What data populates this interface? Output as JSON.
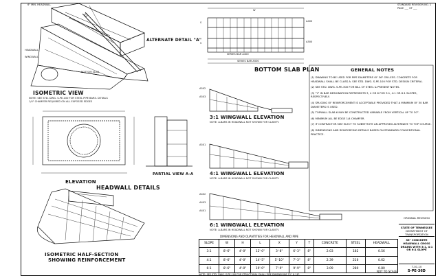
{
  "header": {
    "top_left": "6\" MIN. HEADWALL",
    "top_right_1": "STANDARD REVISION NO. 1",
    "top_right_2": "PAGE ___ OF ___"
  },
  "views": {
    "alt_detail": "ALTERNATE DETAIL \"A\"",
    "isometric": "ISOMETRIC VIEW",
    "bottom_slab": "BOTTOM SLAB PLAN",
    "elevation": "ELEVATION",
    "partial_view": "PARTIAL VIEW A-A",
    "headwall": "HEADWALL DETAILS",
    "wing31": "3:1 WINGWALL ELEVATION",
    "wing41": "4:1 WINGWALL ELEVATION",
    "wing61": "6:1 WINGWALL ELEVATION",
    "iso_half_1": "ISOMETRIC HALF-SECTION",
    "iso_half_2": "SHOWING REINFORCEMENT"
  },
  "callouts": {
    "headwall_lbl": "HEADWALL",
    "wingwall_lbl": "WINGWALL",
    "bottom_slab_lbl": "BOTTOM SLAB",
    "series_bar_a400": "SERIES BAR A400",
    "series_bar_a500": "SERIES BAR A500",
    "dim_w": "W",
    "dim_s1": "S",
    "dim_s2": "S",
    "a400": "A400",
    "a500": "A500",
    "a502": "A502",
    "a503": "A503",
    "a501": "A501",
    "a402": "A402",
    "a403": "A403",
    "a401": "A401"
  },
  "general_notes": {
    "heading": "GENERAL NOTES",
    "items": [
      "(1) DRAWING TO BE USED FOR PIPE DIAMETERS OF 36\" OR LESS. CONCRETE FOR HEADWALL SHALL BE CLASS A. SEE STD. DWG. S-PE-100 FOR STD. DESIGN CRITERIA.",
      "(2) SEE STD. DWG. S-PE-300 FOR BILL OF STEEL & PRESENT NOTES.",
      "(3) \"Y\" IN BAR DESIGNATION REPRESENTS 3, 4 OR 6 FOR 3:1, 4:1 OR 6:1 SLOPES, RESPECTIVELY.",
      "(4) SPLICING OF REINFORCEMENT IS ACCEPTABLE PROVIDED THAT A MINIMUM OF 30 BAR DIAMETERS IS USED.",
      "(5) TOPWALL SLAB 6 MAY BE CONSTRUCTED VARIABLE FROM VERTICAL UP TO 30°.",
      "(6) MINIMUM ALL BE EDGE 1/4 CHAMFER.",
      "(7) IF CONTRACTOR MAY ELECT TO SUBSTITUTE AN APPROVED ALTERNATE TO TOP COURSE.",
      "(8) DIMENSIONS AND REINFORCING DETAILS BASED ON STANDARD CONVENTIONAL PRACTICE."
    ]
  },
  "wing_notes": {
    "w31": "NOTE: A-BARS IN HEADWALL NOT SHOWN FOR CLARITY.",
    "w41": "NOTE: A-BARS IN HEADWALL NOT SHOWN FOR CLARITY.",
    "w61": "NOTE: A-BARS IN HEADWALL NOT SHOWN FOR CLARITY."
  },
  "table": {
    "title": "DIMENSIONS AND QUANTITIES FOR HEADWALL AND PIPE",
    "headers": [
      "SLOPE",
      "W",
      "H",
      "L",
      "X",
      "Y",
      "T",
      "CONCRETE",
      "STEEL",
      "HEADWALL"
    ],
    "rows": [
      [
        "3:1",
        "8'-6\"",
        "4'-0\"",
        "12'-0\"",
        "3'-8\"",
        "6'-3\"",
        "8\"",
        "2.03",
        "182",
        "0.56"
      ],
      [
        "4:1",
        "8'-6\"",
        "4'-0\"",
        "14'-5\"",
        "5'-10\"",
        "7'-3\"",
        "8\"",
        "2.39",
        "216",
        "0.62"
      ],
      [
        "6:1",
        "8'-6\"",
        "4'-0\"",
        "19'-0\"",
        "7'-9\"",
        "9'-9\"",
        "8\"",
        "3.09",
        "280",
        "0.80"
      ]
    ],
    "footnote": "NOTE: SEE STD. DWG. S-PE-100 FOR STRUCTURAL SHALL PIPE DIMENSIONS 12\" & 18\"."
  },
  "title_block": {
    "revision": "ORIGINAL REVISION",
    "agency_1": "STATE OF TENNESSEE",
    "agency_2": "DEPARTMENT OF TRANSPORTATION",
    "dwg_title": "36\" CONCRETE HEADWALL CROSS DRAINS WITH 3:1, 4:1 OR 6:1 SLOPE",
    "not_to_scale": "NOT TO SCALE",
    "date": "7-01-10",
    "dwg_no": "S-PE-36D"
  },
  "iso_notes": {
    "n1": "NOTE: SEE STD. DWG. S-PE-100 FOR STEEL PIPE BARS. DETAILS",
    "n2": "1/4\" CHAMFER REQUIRED ON ALL EXPOSED EDGES"
  }
}
